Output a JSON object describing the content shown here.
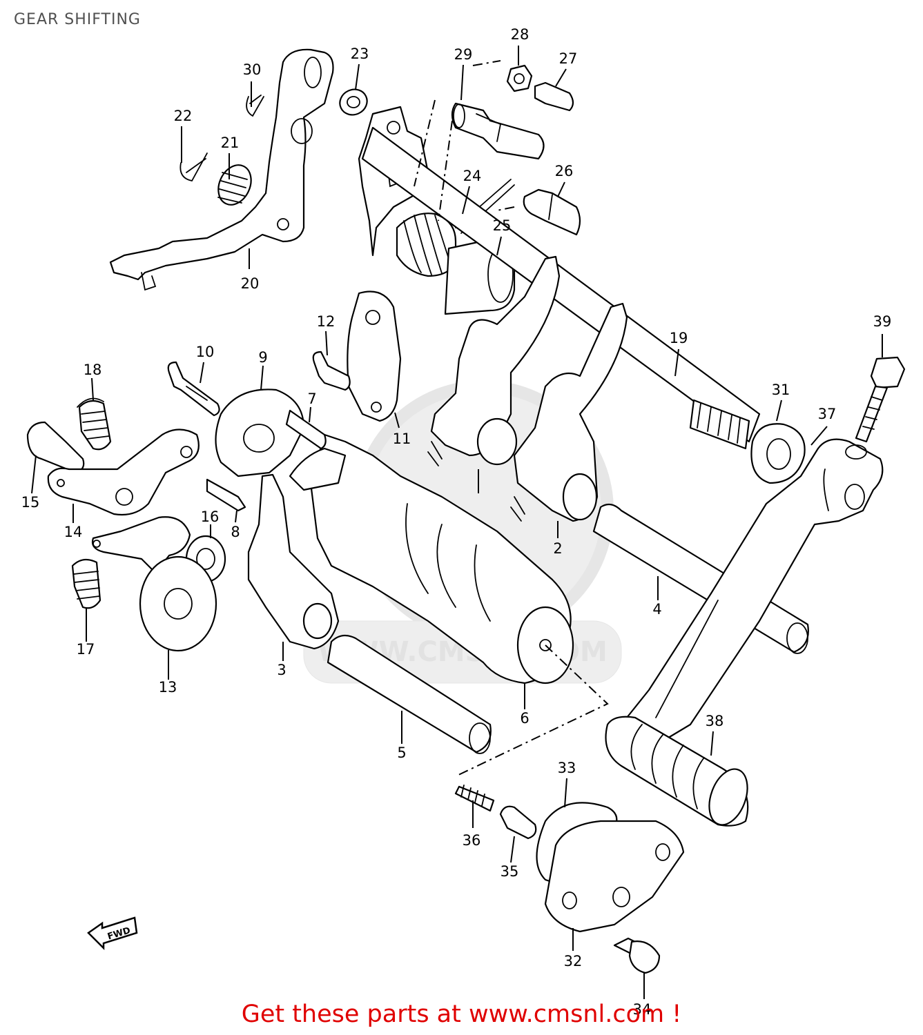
{
  "title": "GEAR SHIFTING",
  "watermark": "WWW.CMSNL.COM",
  "fwd_label": "FWD",
  "footer": "Get these parts at www.cmsnl.com !",
  "footer_color": "#e00000",
  "callouts": {
    "p2": "2",
    "p3": "3",
    "p4": "4",
    "p5": "5",
    "p6": "6",
    "p7": "7",
    "p8": "8",
    "p9": "9",
    "p10": "10",
    "p11": "11",
    "p12": "12",
    "p13": "13",
    "p14": "14",
    "p15": "15",
    "p16": "16",
    "p17": "17",
    "p18": "18",
    "p19": "19",
    "p20": "20",
    "p21": "21",
    "p22": "22",
    "p23": "23",
    "p24": "24",
    "p25": "25",
    "p26": "26",
    "p27": "27",
    "p28": "28",
    "p29": "29",
    "p30": "30",
    "p31": "31",
    "p32": "32",
    "p33": "33",
    "p34": "34",
    "p35": "35",
    "p36": "36",
    "p37": "37",
    "p38": "38",
    "p39": "39"
  }
}
